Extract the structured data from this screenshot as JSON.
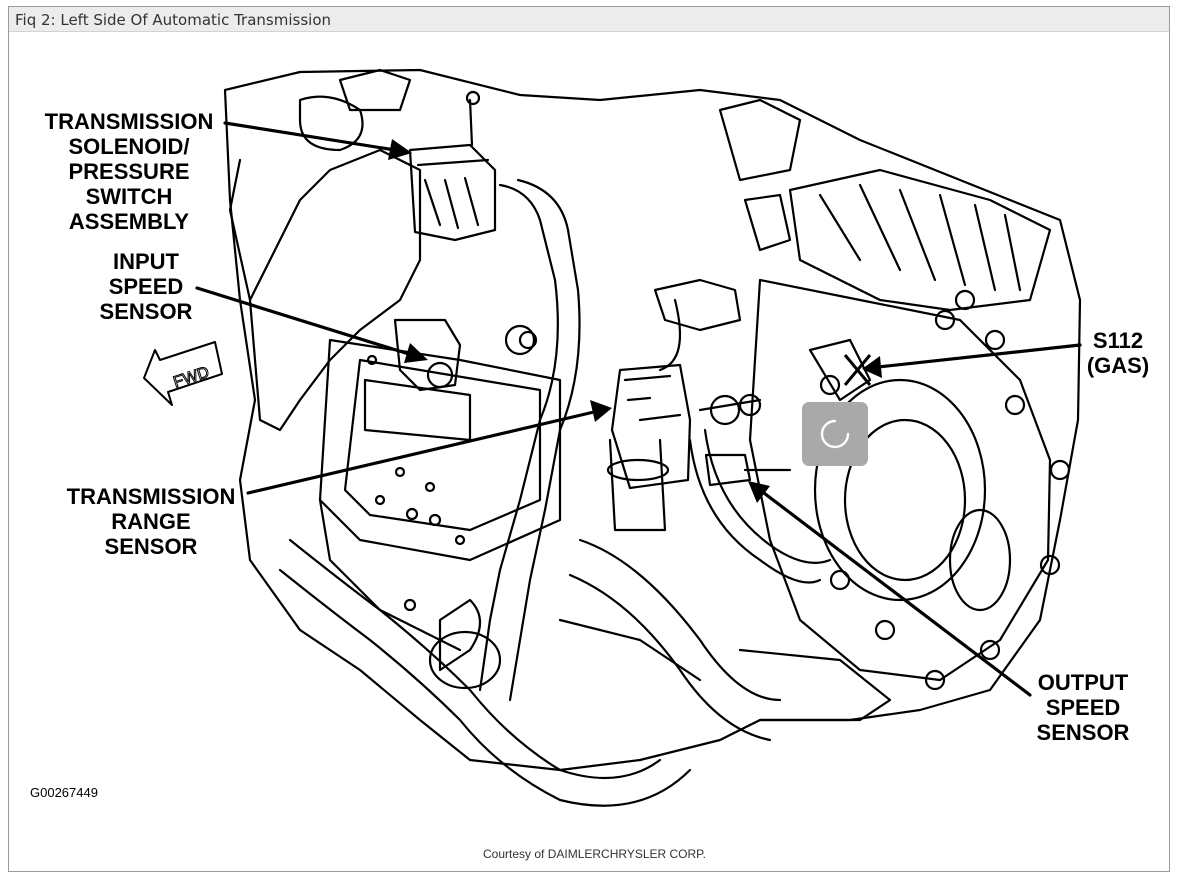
{
  "window": {
    "title": "Fiq 2: Left Side Of Automatic Transmission"
  },
  "figure": {
    "code": "G00267449",
    "courtesy": "Courtesy of DAIMLERCHRYSLER CORP.",
    "fwd_marker": "FWD",
    "labels": {
      "solenoid": [
        "TRANSMISSION",
        "SOLENOID/",
        "PRESSURE",
        "SWITCH",
        "ASSEMBLY"
      ],
      "input_speed": [
        "INPUT",
        "SPEED",
        "SENSOR"
      ],
      "range_sensor": [
        "TRANSMISSION",
        "RANGE",
        "SENSOR"
      ],
      "s112": [
        "S112",
        "(GAS)"
      ],
      "output_speed": [
        "OUTPUT",
        "SPEED",
        "SENSOR"
      ]
    }
  },
  "icons": {
    "loading": "loading-spinner-icon"
  }
}
